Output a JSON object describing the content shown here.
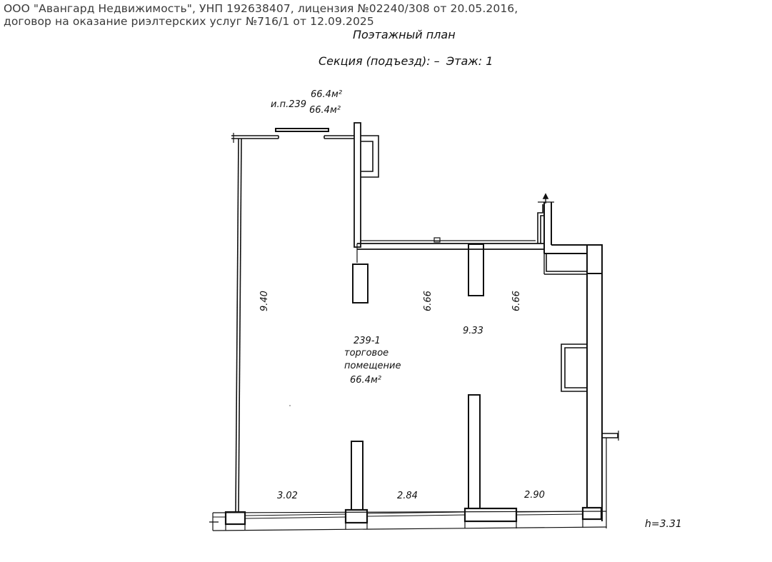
{
  "header": {
    "line1": "ООО \"Авангард Недвижимость\", УНП 192638407, лицензия №02240/308 от 20.05.2016,",
    "line2": "договор на оказание риэлтерских услуг №716/1 от 12.09.2025"
  },
  "plan": {
    "title": "Поэтажный план",
    "section_label": "Секция (подъезд): –",
    "floor_label": "Этаж: 1",
    "unit_ref": "и.п.239",
    "area_total": "66.4м²",
    "area_total_2": "66.4м²",
    "room": {
      "number": "239-1",
      "type_line1": "торговое",
      "type_line2": "помещение",
      "area": "66.4м²"
    },
    "dimensions": {
      "left_height": "9.40",
      "inner_height_1": "6.66",
      "inner_height_2": "6.66",
      "width_upper": "9.33",
      "bottom_1": "3.02",
      "bottom_2": "2.84",
      "bottom_3": "2.90"
    },
    "ceiling_height": "h=3.31"
  },
  "colors": {
    "line": "#111111",
    "header_text": "#3a3a3a",
    "background": "#ffffff"
  }
}
